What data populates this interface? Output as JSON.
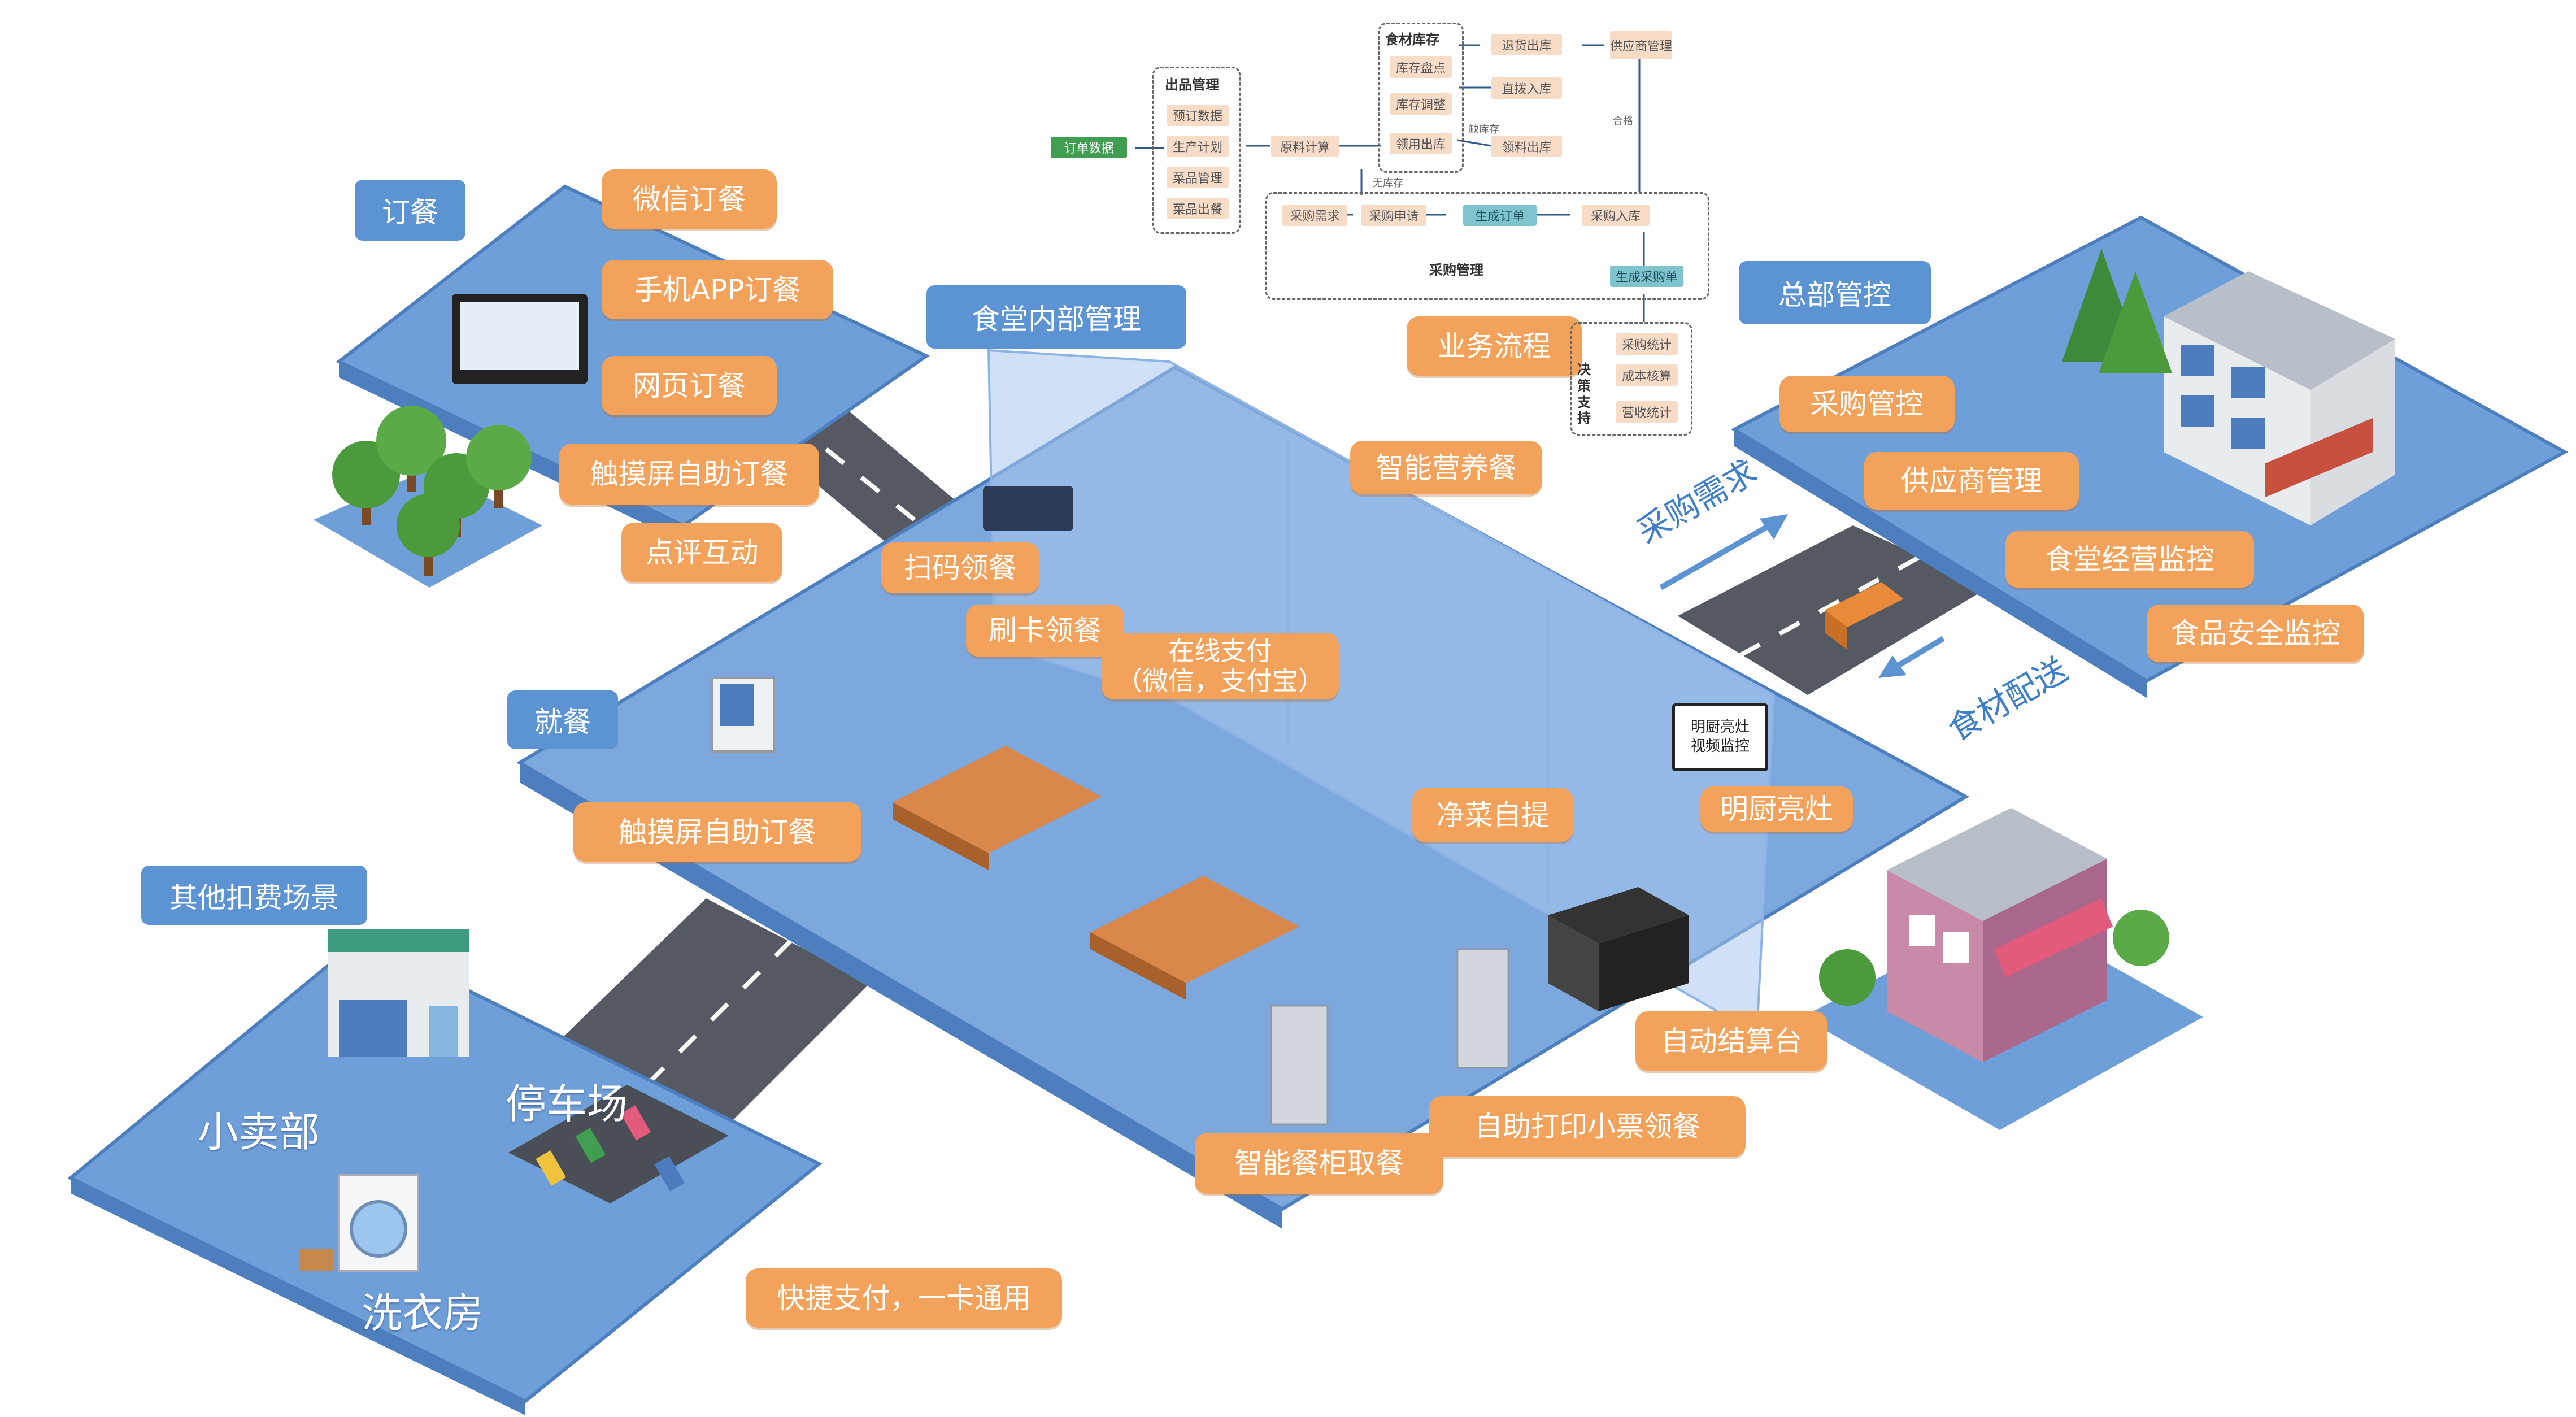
{
  "zones": {
    "ordering": "订餐",
    "canteen_mgmt": "食堂内部管理",
    "dining": "就餐",
    "hq": "总部管控",
    "other": "其他扣费场景"
  },
  "order_tags": [
    "微信订餐",
    "手机APP订餐",
    "网页订餐",
    "触摸屏自助订餐",
    "点评互动"
  ],
  "dining_tags": {
    "scan": "扫码领餐",
    "card": "刷卡领餐",
    "pay_line1": "在线支付",
    "pay_line2": "（微信，支付宝）",
    "touch": "触摸屏自助订餐",
    "veg": "净菜自提",
    "kitchen": "明厨亮灶",
    "checkout": "自动结算台",
    "print": "自助打印小票领餐",
    "locker": "智能餐柜取餐",
    "nutrition": "智能营养餐",
    "flow": "业务流程"
  },
  "hq_tags": [
    "采购管控",
    "供应商管理",
    "食堂经营监控",
    "食品安全监控"
  ],
  "other_scene": {
    "shop": "小卖部",
    "parking": "停车场",
    "laundry": "洗衣房",
    "pay": "快捷支付，一卡通用"
  },
  "arrows": {
    "demand": "采购需求",
    "delivery": "食材配送"
  },
  "kitchen_sign": [
    "明厨亮灶",
    "视频监控"
  ],
  "flowchart": {
    "start": "订单数据",
    "out_mgmt_title": "出品管理",
    "out_mgmt_items": [
      "预订数据",
      "生产计划",
      "菜品管理",
      "菜品出餐"
    ],
    "step1": "原料计算",
    "store_title": "食材库存",
    "store_items": [
      "库存盘点",
      "库存调整",
      "领用出库"
    ],
    "right1": "退货出库",
    "right2": "直拨入库",
    "right3": "领料出库",
    "far_right": "供应商管理",
    "label_no": "无库存",
    "label_lack": "缺库存",
    "label_ok": "合格",
    "purchase_title": "采购管理",
    "purchase_items": [
      "采购需求",
      "采购申请",
      "生成订单",
      "采购入库"
    ],
    "purchase_extra": "生成采购单",
    "decision_title": "决策支持",
    "decision_items": [
      "采购统计",
      "成本核算",
      "营收统计"
    ]
  },
  "colors": {
    "platform": "#6f9fd8",
    "tag": "#f3a25c",
    "label": "#5b93d3",
    "road": "#555a62"
  }
}
